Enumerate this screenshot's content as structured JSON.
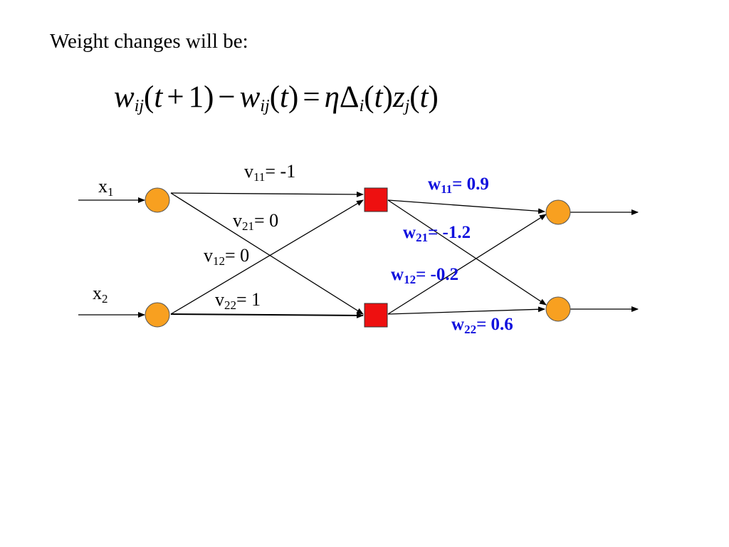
{
  "title": "Weight changes will be:",
  "formula": {
    "w": "w",
    "ij": "ij",
    "t": "t",
    "one": "1",
    "eta": "η",
    "delta": "Δ",
    "i": "i",
    "z": "z",
    "j": "j"
  },
  "inputs": [
    {
      "name": "x",
      "sub": "1"
    },
    {
      "name": "x",
      "sub": "2"
    }
  ],
  "v_weights": [
    {
      "name": "v",
      "sub": "11",
      "value": "= -1"
    },
    {
      "name": "v",
      "sub": "21",
      "value": "= 0"
    },
    {
      "name": "v",
      "sub": "12",
      "value": "= 0"
    },
    {
      "name": "v",
      "sub": "22",
      "value": "= 1"
    }
  ],
  "w_weights": [
    {
      "name": "w",
      "sub": "11",
      "value": "= 0.9"
    },
    {
      "name": "w",
      "sub": "21",
      "value": "= -1.2"
    },
    {
      "name": "w",
      "sub": "12",
      "value": "= -0.2"
    },
    {
      "name": "w",
      "sub": "22",
      "value": "= 0.6"
    }
  ],
  "colors": {
    "input_node": "#f8a020",
    "hidden_node": "#ee1010",
    "output_node": "#f8a020",
    "w_label": "#1010dd"
  }
}
